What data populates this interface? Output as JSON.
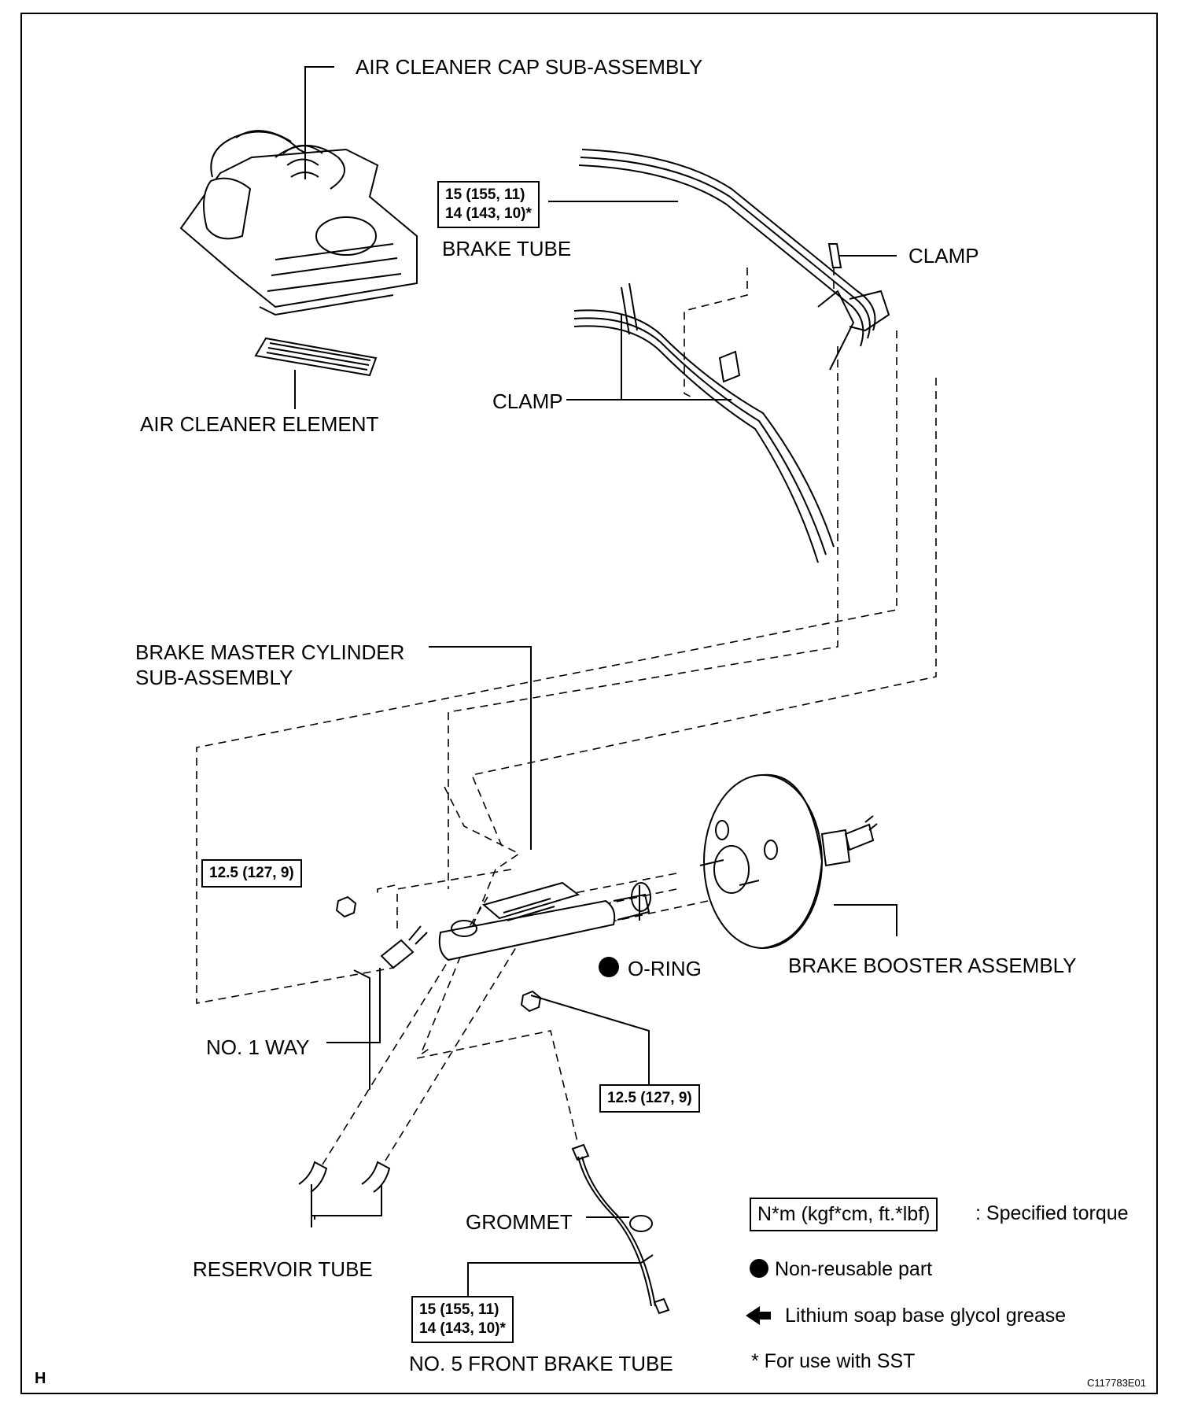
{
  "labels": {
    "air_cleaner_cap": "AIR CLEANER CAP SUB-ASSEMBLY",
    "air_cleaner_element": "AIR CLEANER ELEMENT",
    "brake_tube": "BRAKE TUBE",
    "clamp_top": "CLAMP",
    "clamp_mid": "CLAMP",
    "master_cylinder_line1": "BRAKE MASTER CYLINDER",
    "master_cylinder_line2": "SUB-ASSEMBLY",
    "o_ring": "O-RING",
    "brake_booster": "BRAKE BOOSTER ASSEMBLY",
    "no1_way": "NO. 1 WAY",
    "reservoir_tube": "RESERVOIR TUBE",
    "grommet": "GROMMET",
    "no5_front_brake_tube": "NO. 5 FRONT BRAKE TUBE",
    "corner_h": "H",
    "figure_code": "C117783E01"
  },
  "torque": {
    "brake_tube_line1": "15 (155, 11)",
    "brake_tube_line2": "14 (143, 10)*",
    "nut_left": "12.5 (127, 9)",
    "nut_right": "12.5 (127, 9)",
    "no5_line1": "15 (155, 11)",
    "no5_line2": "14 (143, 10)*"
  },
  "legend": {
    "torque_unit": "N*m (kgf*cm, ft.*lbf)",
    "torque_desc": ": Specified torque",
    "non_reusable": "Non-reusable part",
    "grease": "Lithium soap base glycol grease",
    "sst": "* For use with SST"
  }
}
